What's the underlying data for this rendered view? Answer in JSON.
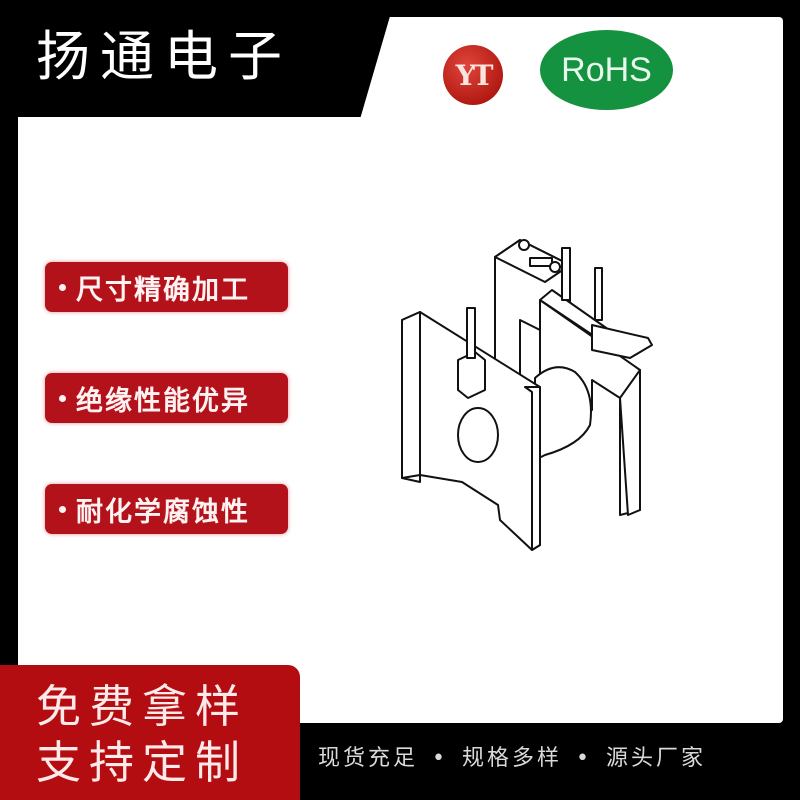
{
  "brand": {
    "title": "扬通电子",
    "logo_text": "YT",
    "certification": "RoHS"
  },
  "features": [
    {
      "label": "尺寸精确加工"
    },
    {
      "label": "绝缘性能优异"
    },
    {
      "label": "耐化学腐蚀性"
    }
  ],
  "cta": {
    "line1": "免费拿样",
    "line2": "支持定制"
  },
  "footer": {
    "items": [
      "现货充足",
      "规格多样",
      "源头厂家"
    ],
    "separator": "•"
  },
  "product": {
    "image_description": "transformer-bobbin-line-drawing"
  },
  "colors": {
    "frame": "#000000",
    "accent_red": "#b4121a",
    "rohs_green": "#14923f",
    "panel": "#ffffff"
  }
}
